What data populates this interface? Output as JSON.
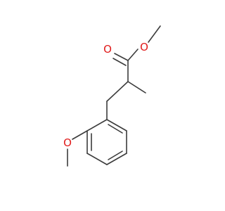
{
  "molecule": {
    "labels": {
      "ester_carbonyl_oxygen": "O",
      "ester_ether_oxygen": "O",
      "methoxy_oxygen": "O"
    },
    "colors": {
      "bond": "#3c3c3c",
      "oxygen": "#e01b1b",
      "background": "#ffffff"
    }
  }
}
